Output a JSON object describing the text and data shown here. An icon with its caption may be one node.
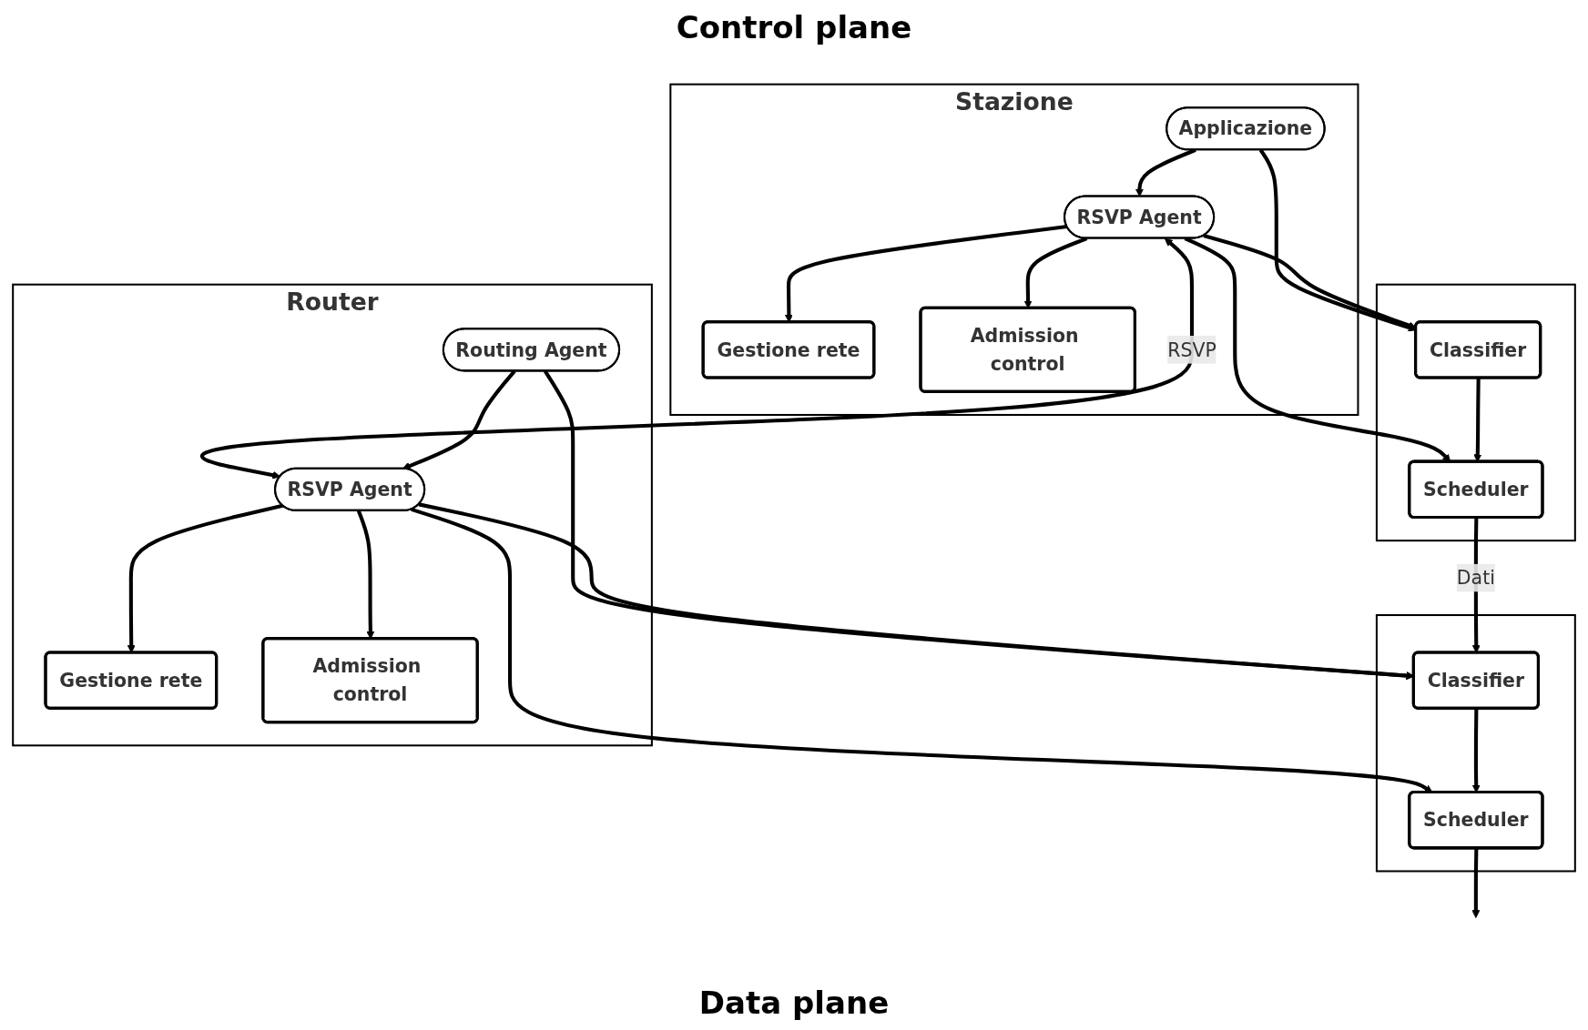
{
  "diagram": {
    "nodes": [
      {
        "text": [
          "Stazione"
        ]
      },
      {
        "text": [
          "Applicazione"
        ],
        "in": 0
      },
      {
        "text": [
          "RSVP Agent"
        ],
        "in": 0
      },
      {
        "text": [
          "Gestione rete"
        ],
        "in": 0
      },
      {
        "text": [
          "Admission control"
        ],
        "in": 0
      },
      {
        "text": [],
        "shape": "box"
      },
      {
        "text": [
          "Classifier"
        ],
        "in": 5
      },
      {
        "text": [
          "Scheduler"
        ],
        "in": 5
      },
      {
        "text": [
          "Router"
        ]
      },
      {
        "text": [
          "Routing Agent"
        ],
        "in": 8
      },
      {
        "text": [
          "RSVP Agent"
        ],
        "in": 8
      },
      {
        "text": [
          "Gestione rete"
        ],
        "in": 8
      },
      {
        "text": [
          "Admission control"
        ],
        "in": 8
      },
      {
        "text": [],
        "shape": "box"
      },
      {
        "text": [
          "Classifier"
        ],
        "in": 13
      },
      {
        "text": [
          "Scheduler"
        ],
        "in": 13
      }
    ],
    "edges": [
      {
        "from": 1,
        "to": 2,
        "arrow": "to"
      },
      {
        "from": 1,
        "to": 6,
        "arrow": "to"
      },
      {
        "from": 2,
        "to": 6,
        "arrow": "to"
      },
      {
        "from": 2,
        "to": 3,
        "arrow": "to"
      },
      {
        "from": 2,
        "to": 4,
        "arrow": "to"
      },
      {
        "from": 2,
        "to": 7,
        "arrow": "to"
      },
      {
        "from": 6,
        "to": 7,
        "arrow": "to"
      },
      {
        "from": 2,
        "to": 10,
        "arrow": "both",
        "label": "RSVP"
      },
      {
        "from": 7,
        "to": 14,
        "arrow": "to",
        "label": "Dati"
      },
      {
        "from": 9,
        "to": 10,
        "arrow": "to"
      },
      {
        "from": 9,
        "to": 14,
        "arrow": "to"
      },
      {
        "from": 10,
        "to": 14,
        "arrow": "to"
      },
      {
        "from": 10,
        "to": 11,
        "arrow": "to"
      },
      {
        "from": 10,
        "to": 12,
        "arrow": "to"
      },
      {
        "from": 10,
        "to": 15,
        "arrow": "to"
      },
      {
        "from": 14,
        "to": 15,
        "arrow": "to"
      },
      {
        "from": 15,
        "to": null,
        "arrow": "to"
      }
    ],
    "labels": [
      "Control plane",
      "Data plane"
    ]
  }
}
